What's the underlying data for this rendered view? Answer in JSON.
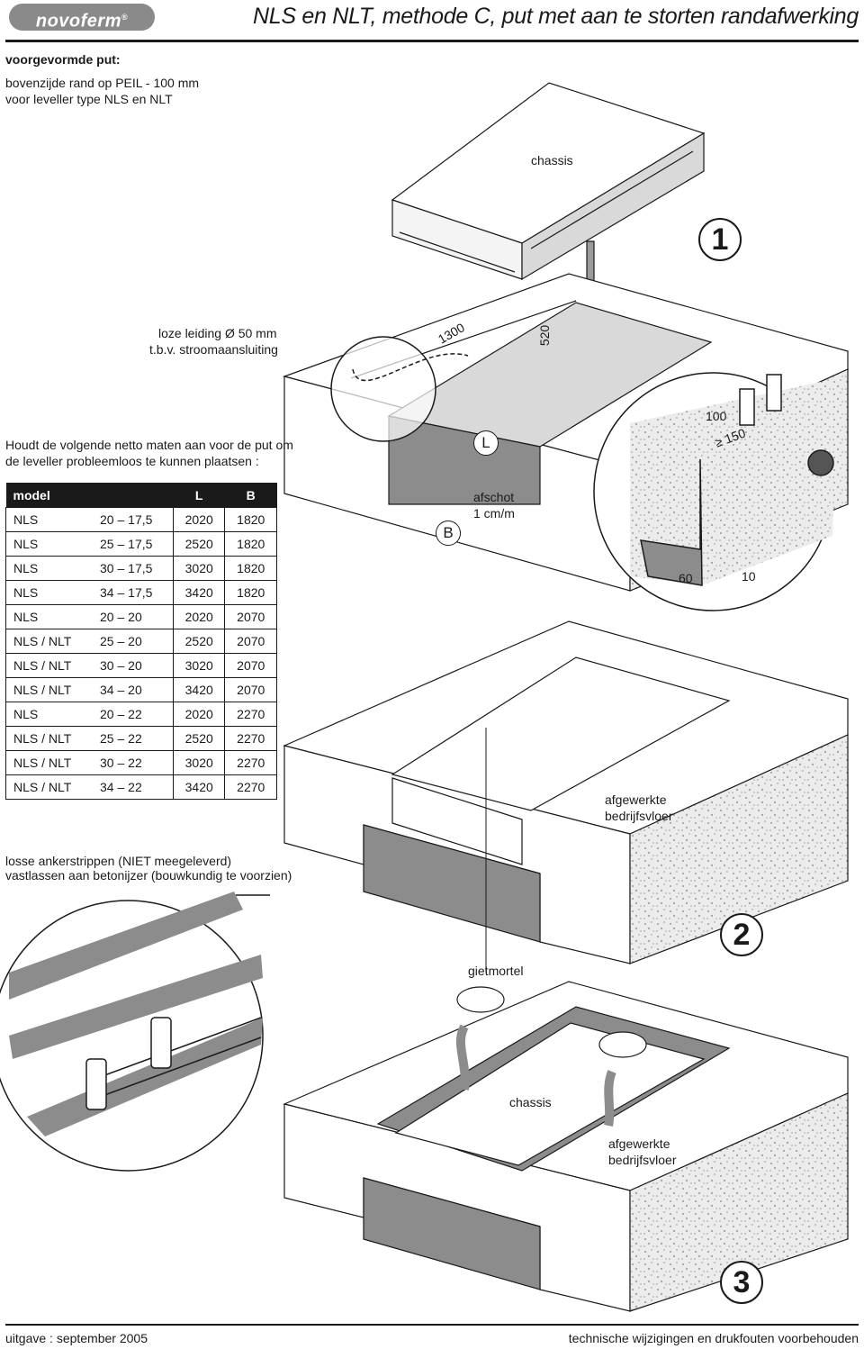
{
  "header": {
    "logo_text": "novoferm",
    "title": "NLS en NLT, methode C, put met aan te storten randafwerking"
  },
  "intro": {
    "heading": "voorgevormde put:",
    "line1": "bovenzijde rand op PEIL - 100 mm",
    "line2": "voor leveller type NLS en NLT"
  },
  "labels": {
    "chassis_top": "chassis",
    "conduit_line1": "loze leiding Ø 50 mm",
    "conduit_line2": "t.b.v. stroomaansluiting",
    "dim_1300": "1300",
    "dim_520": "520",
    "dim_L": "L",
    "dim_B": "B",
    "slope_line1": "afschot",
    "slope_line2": "1 cm/m",
    "dim_100": "100",
    "dim_150": "≥ 150",
    "dim_60": "60",
    "dim_10": "10",
    "floor1_line1": "afgewerkte",
    "floor1_line2": "bedrijfsvloer",
    "grout": "gietmortel",
    "chassis_bottom": "chassis",
    "floor2_line1": "afgewerkte",
    "floor2_line2": "bedrijfsvloer",
    "anchor_line1": "losse ankerstrippen (NIET meegeleverd)",
    "anchor_line2": "vastlassen aan betonijzer (bouwkundig te voorzien)"
  },
  "steps": [
    "1",
    "2",
    "3"
  ],
  "table": {
    "intro_line1": "Houdt de volgende netto maten aan voor de put om",
    "intro_line2": "de leveller probleemloos te kunnen plaatsen :",
    "headers": [
      "model",
      "L",
      "B"
    ],
    "rows": [
      [
        "NLS",
        "20 – 17,5",
        "2020",
        "1820"
      ],
      [
        "NLS",
        "25 – 17,5",
        "2520",
        "1820"
      ],
      [
        "NLS",
        "30 – 17,5",
        "3020",
        "1820"
      ],
      [
        "NLS",
        "34 – 17,5",
        "3420",
        "1820"
      ],
      [
        "NLS",
        "20 – 20",
        "2020",
        "2070"
      ],
      [
        "NLS / NLT",
        "25 – 20",
        "2520",
        "2070"
      ],
      [
        "NLS / NLT",
        "30 – 20",
        "3020",
        "2070"
      ],
      [
        "NLS / NLT",
        "34 – 20",
        "3420",
        "2070"
      ],
      [
        "NLS",
        "20 – 22",
        "2020",
        "2270"
      ],
      [
        "NLS / NLT",
        "25 – 22",
        "2520",
        "2270"
      ],
      [
        "NLS / NLT",
        "30 – 22",
        "3020",
        "2270"
      ],
      [
        "NLS / NLT",
        "34 – 22",
        "3420",
        "2270"
      ]
    ]
  },
  "footer": {
    "left": "uitgave : september 2005",
    "right": "technische wijzigingen en drukfouten voorbehouden"
  },
  "colors": {
    "ink": "#1a1a1a",
    "shade": "#8c8c8c",
    "light": "#d9d9d9",
    "concrete": "#ececec"
  }
}
